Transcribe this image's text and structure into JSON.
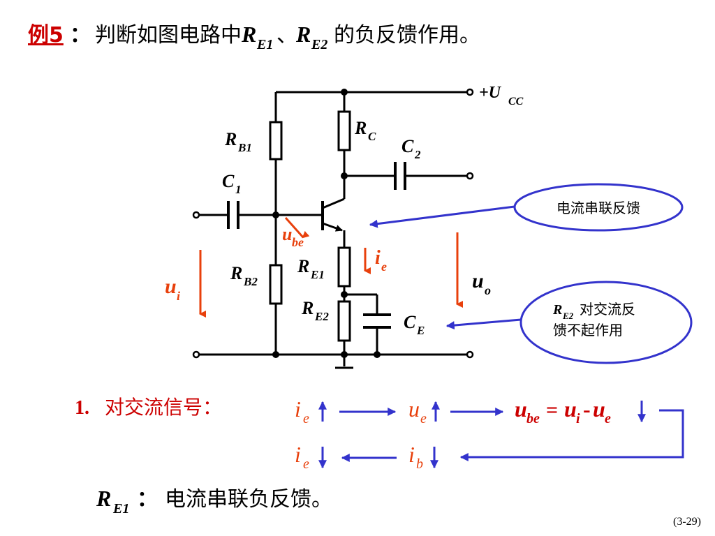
{
  "heading": {
    "example_label": "例5",
    "colon": "：",
    "text": "判断如图电路中",
    "re1_letter": "R",
    "re1_sub": "E1",
    "sep": "、",
    "re2_letter": "R",
    "re2_sub": "E2",
    "tail": "的负反馈作用。"
  },
  "circuit": {
    "supply": {
      "letter": "+U",
      "sub": "CC"
    },
    "rb1": {
      "letter": "R",
      "sub": "B1"
    },
    "rb2": {
      "letter": "R",
      "sub": "B2"
    },
    "rc": {
      "letter": "R",
      "sub": "C"
    },
    "re1": {
      "letter": "R",
      "sub": "E1"
    },
    "re2": {
      "letter": "R",
      "sub": "E2"
    },
    "c1": {
      "letter": "C",
      "sub": "1"
    },
    "c2": {
      "letter": "C",
      "sub": "2"
    },
    "ce": {
      "letter": "C",
      "sub": "E"
    },
    "ube": {
      "letter": "u",
      "sub": "be"
    },
    "ie": {
      "letter": "i",
      "sub": "e"
    },
    "ui": {
      "letter": "u",
      "sub": "i"
    },
    "uo": {
      "letter": "u",
      "sub": "o"
    }
  },
  "callouts": {
    "series_current": "电流串联反馈",
    "re2_letter": "R",
    "re2_sub": "E2",
    "re2_line1": "对交流反",
    "re2_line2": "馈不起作用"
  },
  "analysis": {
    "heading_num": "1.",
    "heading_text": "对交流信号：",
    "ie_letter": "i",
    "ie_sub": "e",
    "ue_letter": "u",
    "ue_sub": "e",
    "eq_ube_letter": "u",
    "eq_ube_sub": "be",
    "eq_equals": "=",
    "eq_ui_letter": "u",
    "eq_ui_sub": "i",
    "eq_minus": "-",
    "eq_ue_letter": "u",
    "eq_ue_sub": "e",
    "ib_letter": "i",
    "ib_sub": "b",
    "ie2_letter": "i",
    "ie2_sub": "e"
  },
  "conclusion": {
    "re1_letter": "R",
    "re1_sub": "E1",
    "colon": "：",
    "text": "电流串联负反馈。"
  },
  "page_number": "(3-29)",
  "colors": {
    "wire": "#000000",
    "red_text": "#e8400c",
    "dark_red": "#cc0000",
    "blue": "#3333cc"
  }
}
